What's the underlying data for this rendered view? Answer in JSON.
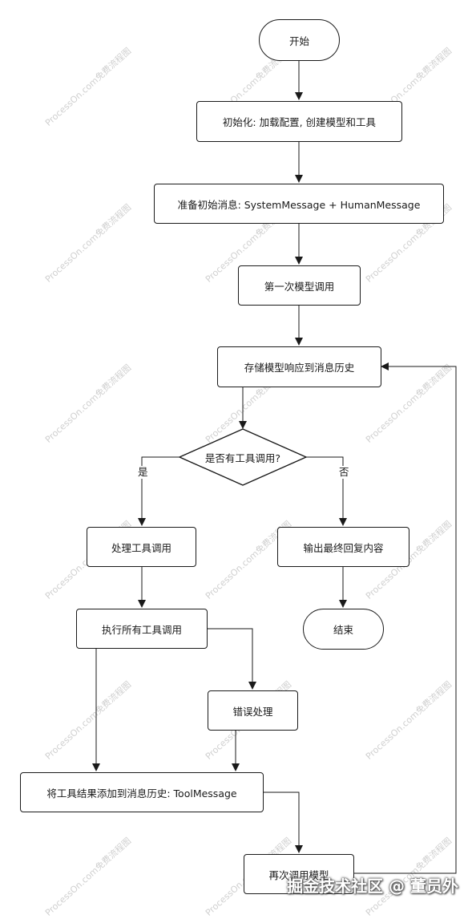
{
  "diagram": {
    "nodes": {
      "start": "开始",
      "init": "初始化: 加载配置, 创建模型和工具",
      "prepare": "准备初始消息: SystemMessage + HumanMessage",
      "first_call": "第一次模型调用",
      "store": "存储模型响应到消息历史",
      "decision": "是否有工具调用?",
      "handle_tools": "处理工具调用",
      "output_final": "输出最终回复内容",
      "execute_tools": "执行所有工具调用",
      "end": "结束",
      "error_handling": "错误处理",
      "append_results": "将工具结果添加到消息历史: ToolMessage",
      "call_again": "再次调用模型"
    },
    "edge_labels": {
      "yes": "是",
      "no": "否"
    }
  },
  "watermark": {
    "text": "ProcessOn.com免费流程图"
  },
  "footer": {
    "text": "掘金技术社区 @ 董员外"
  },
  "colors": {
    "stroke": "#1a1a1a",
    "watermark": "#d0d0d0"
  }
}
